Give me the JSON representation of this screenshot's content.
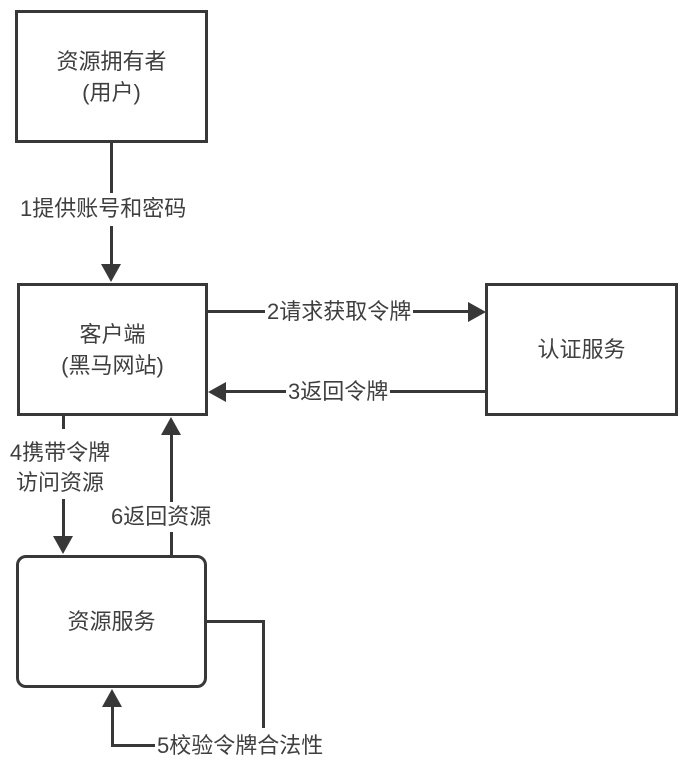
{
  "diagram": {
    "nodes": {
      "resource_owner": {
        "line1": "资源拥有者",
        "line2": "(用户)"
      },
      "client": {
        "line1": "客户端",
        "line2": "(黑马网站)"
      },
      "auth_service": {
        "label": "认证服务"
      },
      "resource_service": {
        "label": "资源服务"
      }
    },
    "edges": {
      "step1": {
        "label": "1提供账号和密码"
      },
      "step2": {
        "label": "2请求获取令牌"
      },
      "step3": {
        "label": "3返回令牌"
      },
      "step4": {
        "line1": "4携带令牌",
        "line2": "访问资源"
      },
      "step5": {
        "label": "5校验令牌合法性"
      },
      "step6": {
        "label": "6返回资源"
      }
    },
    "colors": {
      "stroke": "#383838",
      "text": "#3f3f3f",
      "background": "#ffffff"
    }
  }
}
